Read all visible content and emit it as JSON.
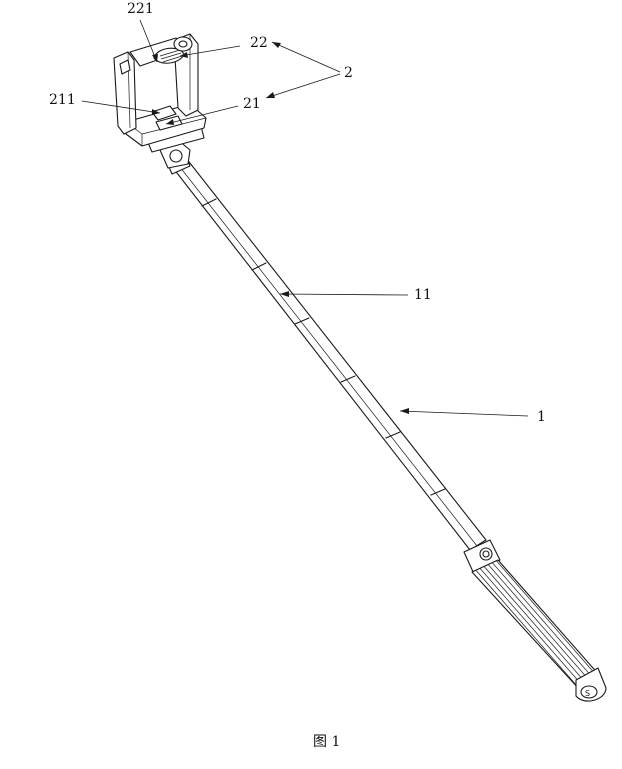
{
  "labels": {
    "l221": "221",
    "l22": "22",
    "l2": "2",
    "l211": "211",
    "l21": "21",
    "l11": "11",
    "l1": "1"
  },
  "caption": "图 1"
}
